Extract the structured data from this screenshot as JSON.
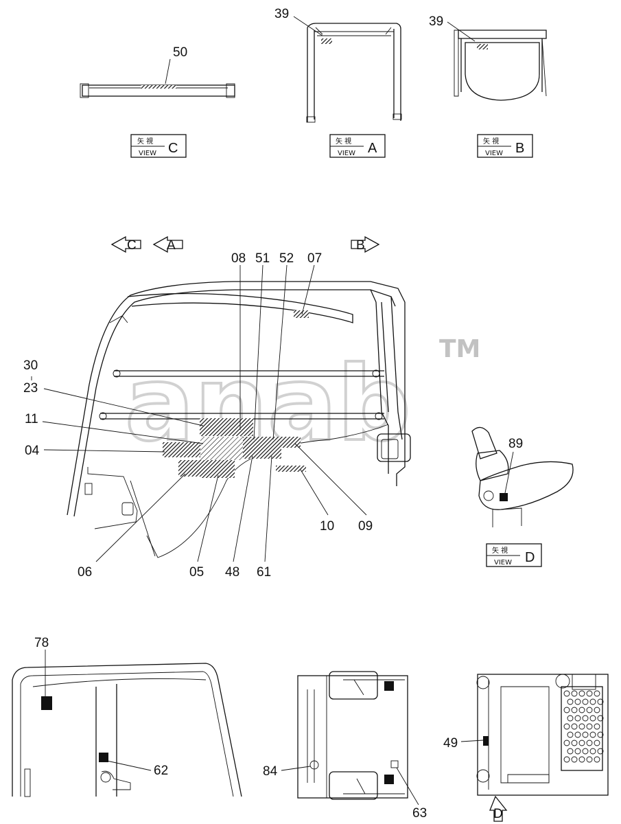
{
  "views": {
    "C": {
      "jp": "矢 視",
      "view": "VIEW",
      "letter": "C"
    },
    "A": {
      "jp": "矢 視",
      "view": "VIEW",
      "letter": "A"
    },
    "B": {
      "jp": "矢 視",
      "view": "VIEW",
      "letter": "B"
    },
    "D": {
      "jp": "矢 視",
      "view": "VIEW",
      "letter": "D"
    }
  },
  "arrows": {
    "C": "C",
    "A": "A",
    "B": "B",
    "D": "D"
  },
  "callouts": {
    "p50": "50",
    "p39a": "39",
    "p39b": "39",
    "p08": "08",
    "p51": "51",
    "p52": "52",
    "p07": "07",
    "p30": "30",
    "p23": "23",
    "p11": "11",
    "p04": "04",
    "p06": "06",
    "p05": "05",
    "p48": "48",
    "p61": "61",
    "p10": "10",
    "p09": "09",
    "p89": "89",
    "p78": "78",
    "p62": "62",
    "p84": "84",
    "p63": "63",
    "p49": "49"
  },
  "watermark": {
    "text": "anab",
    "tm": "TM"
  }
}
